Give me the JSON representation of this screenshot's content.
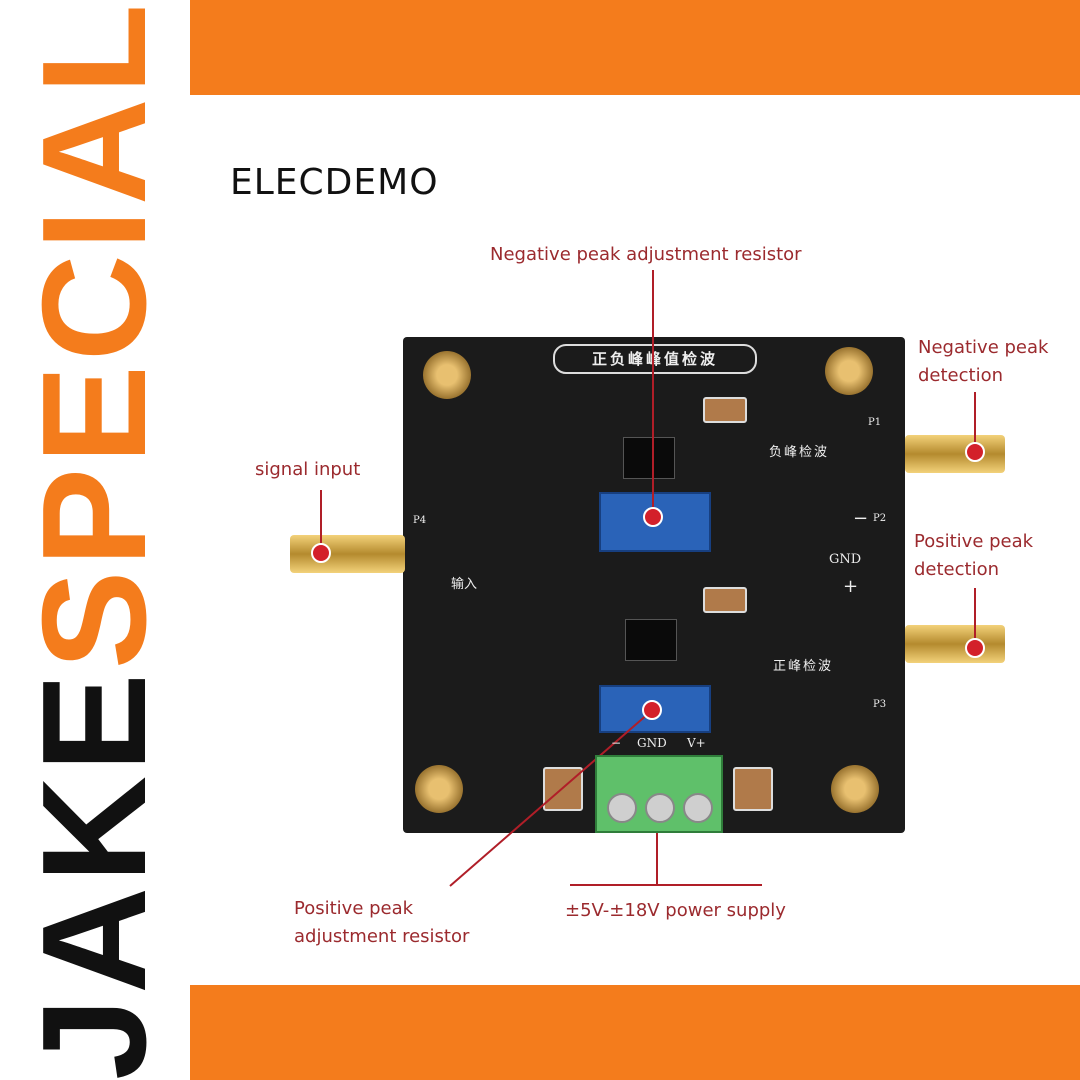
{
  "logo": {
    "part1": "JAKE",
    "part2": "SPECIAL"
  },
  "brand": "ELECDEMO",
  "board": {
    "title": "正负峰峰值检波",
    "negative_output_label": "负峰检波",
    "positive_output_label": "正峰检波",
    "input_label": "输入",
    "power_pins": {
      "minus": "−",
      "gnd": "GND",
      "plus": "+"
    },
    "terminal_pins": {
      "minus": "−",
      "gnd": "GND",
      "vplus": "V+"
    },
    "ports": {
      "p1": "P1",
      "p2": "P2",
      "p3": "P3",
      "p4": "P4"
    }
  },
  "annotations": {
    "negative_peak_resistor": "Negative peak adjustment resistor",
    "signal_input": "signal input",
    "negative_peak_detection": [
      "Negative peak",
      "detection"
    ],
    "positive_peak_detection": [
      "Positive peak",
      "detection"
    ],
    "positive_peak_resistor": [
      "Positive peak",
      "adjustment resistor"
    ],
    "power_supply": "±5V-±18V power supply"
  },
  "colors": {
    "accent": "#f47c1c",
    "annotation": "#9b2a2e",
    "marker": "#d3202a"
  }
}
